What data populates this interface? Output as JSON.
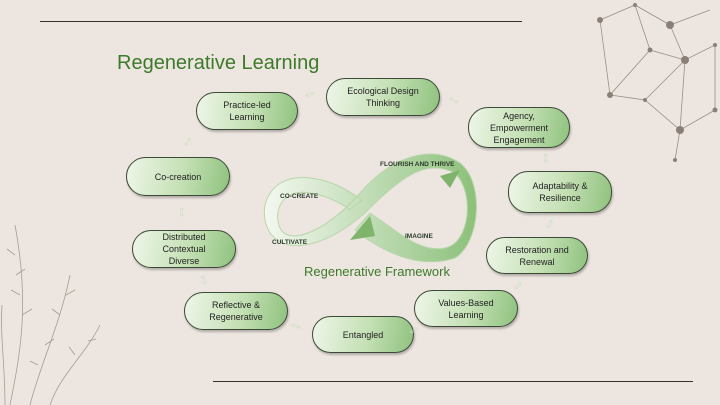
{
  "title": "Regenerative Learning",
  "framework": {
    "label": "Regenerative Framework",
    "co_create": "CO-CREATE",
    "flourish": "FLOURISH AND THRIVE",
    "cultivate": "CULTIVATE",
    "imagine": "IMAGINE"
  },
  "pills": [
    "Practice-led\nLearning",
    "Ecological Design\nThinking",
    "Agency,\nEmpowerment\nEngagement",
    "Adaptability &\nResilience",
    "Restoration and\nRenewal",
    "Values-Based\nLearning",
    "Entangled",
    "Reflective &\nRegenerative",
    "Distributed\nContextual\nDiverse",
    "Co-creation"
  ],
  "colors": {
    "accent": "#3d7a2a",
    "background": "#ede6e0"
  }
}
